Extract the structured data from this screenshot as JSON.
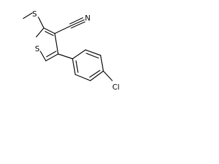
{
  "molecule": {
    "atoms": {
      "sulfur_ring": "S",
      "nitrogen": "N",
      "chlorine": "Cl"
    }
  }
}
